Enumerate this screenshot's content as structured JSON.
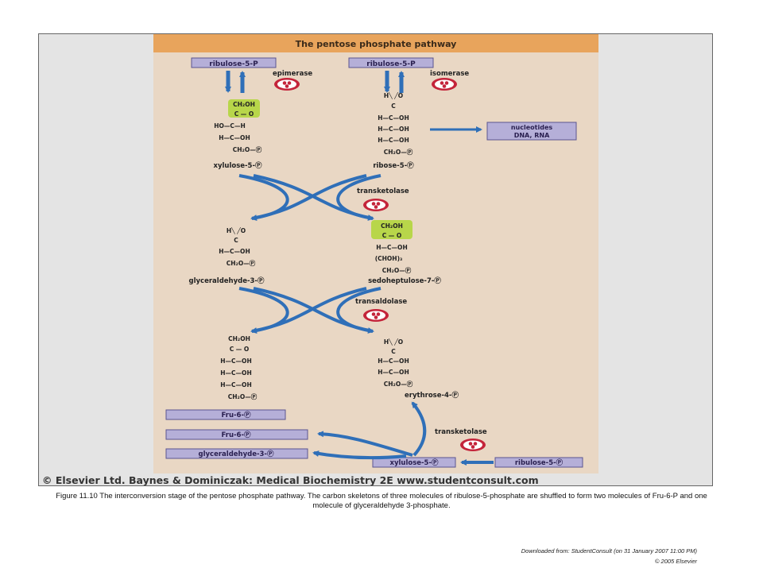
{
  "diagram": {
    "title": "The pentose phosphate pathway",
    "top_left_box": "ribulose-5-P",
    "top_right_box": "ribulose-5-P",
    "enzyme_epimerase": "epimerase",
    "enzyme_isomerase": "isomerase",
    "enzyme_transketolase_1": "transketolase",
    "enzyme_transaldolase": "transaldolase",
    "enzyme_transketolase_2": "transketolase",
    "xylulose5_struct": [
      "CH₂OH",
      "C — O",
      "HO—C—H",
      "H—C—OH",
      "CH₂O—Ⓟ"
    ],
    "xylulose5_label": "xylulose-5-Ⓟ",
    "ribose5_struct": [
      "H╲  ╱O",
      "C",
      "H—C—OH",
      "H—C—OH",
      "H—C—OH",
      "CH₂O—Ⓟ"
    ],
    "ribose5_label": "ribose-5-Ⓟ",
    "nucleotides_box": [
      "nucleotides",
      "DNA, RNA"
    ],
    "glyceraldehyde3_struct": [
      "H╲  ╱O",
      "C",
      "H—C—OH",
      "CH₂O—Ⓟ"
    ],
    "glyceraldehyde3_label": "glyceraldehyde-3-Ⓟ",
    "sedoheptulose7_struct": [
      "CH₂OH",
      "C — O",
      "H—C—OH",
      "(CHOH)₃",
      "CH₂O—Ⓟ"
    ],
    "sedoheptulose7_label": "sedoheptulose-7-Ⓟ",
    "fru6_struct": [
      "CH₂OH",
      "C — O",
      "H—C—OH",
      "H—C—OH",
      "H—C—OH",
      "CH₂O—Ⓟ"
    ],
    "erythrose4_struct": [
      "H╲  ╱O",
      "C",
      "H—C—OH",
      "H—C—OH",
      "CH₂O—Ⓟ"
    ],
    "erythrose4_label": "erythrose-4-Ⓟ",
    "fru6_box_1": "Fru-6-Ⓟ",
    "fru6_box_2": "Fru-6-Ⓟ",
    "glyceraldehyde3_box": "glyceraldehyde-3-Ⓟ",
    "xylulose5_box": "xylulose-5-Ⓟ",
    "ribulose5_box": "ribulose-5-Ⓟ",
    "copyright": "© Elsevier Ltd. Baynes & Dominiczak: Medical Biochemistry 2E www.studentconsult.com"
  },
  "caption": "Figure 11.10 The interconversion stage of the pentose phosphate pathway. The carbon skeletons of three molecules of ribulose-5-phosphate are shuffled to form two molecules of Fru-6-P and one molecule of glyceraldehyde 3-phosphate.",
  "credit_line_1": "Downloaded from: StudentConsult (on 31 January 2007 11:00 PM)",
  "credit_line_2": "© 2005 Elsevier",
  "colors": {
    "panel_bg": "#e9d7c4",
    "title_bar": "#e8a45c",
    "box_fill": "#b5afd8",
    "arrow_blue": "#2f6fb8",
    "highlight_green": "#b8d64a",
    "enzyme_red": "#c4243a"
  }
}
